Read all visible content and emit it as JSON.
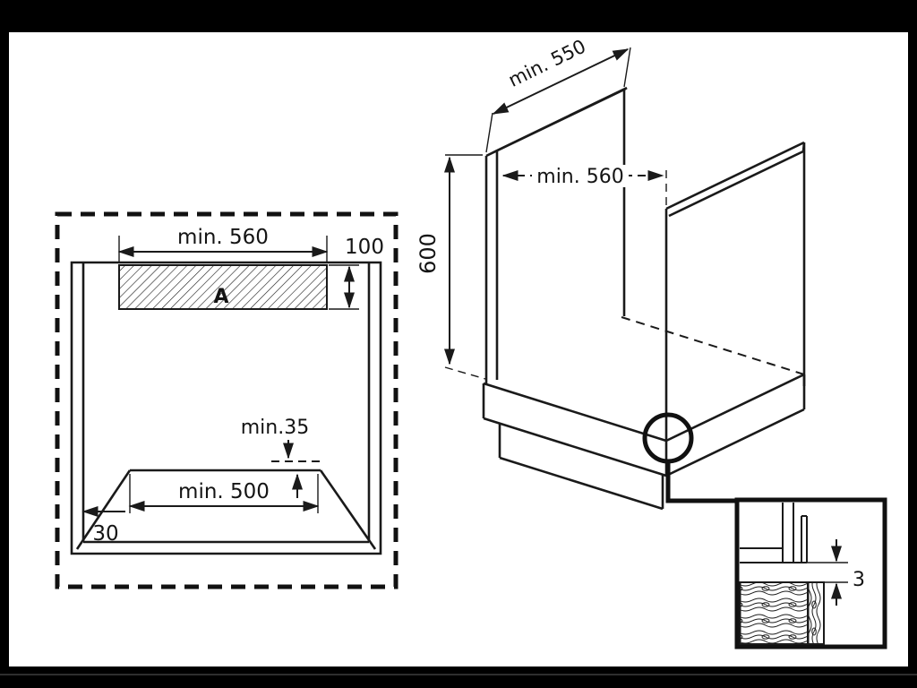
{
  "colors": {
    "ink": "#1a1a1a",
    "paper": "#ffffff",
    "backdrop": "#000000"
  },
  "front_view": {
    "labels": {
      "top_width": "min. 560",
      "recess_height": "100",
      "recess_area": "A",
      "rear_gap": "min.35",
      "bottom_width": "min. 500",
      "front_clearance": "30"
    }
  },
  "perspective_view": {
    "labels": {
      "depth": "min. 550",
      "inner_width": "min. 560",
      "height": "600"
    }
  },
  "detail_view": {
    "labels": {
      "gap": "3"
    }
  }
}
